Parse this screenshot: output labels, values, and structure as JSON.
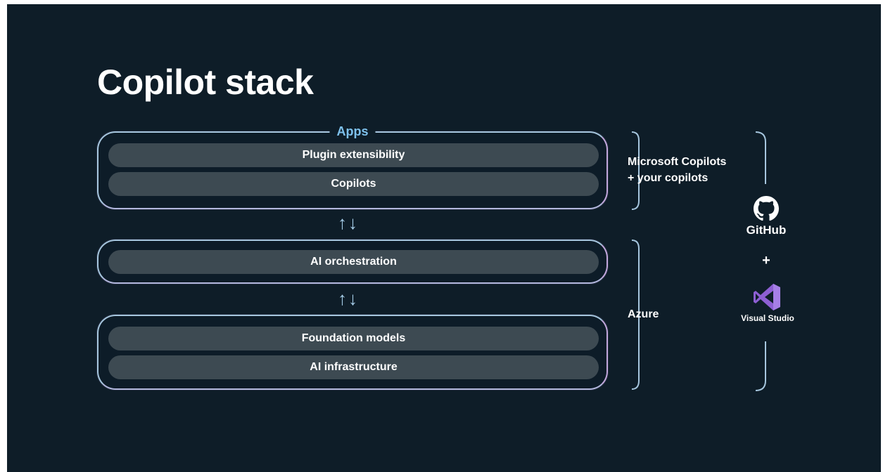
{
  "slide": {
    "title": "Copilot stack",
    "apps_group": {
      "label": "Apps",
      "layers": [
        "Plugin extensibility",
        "Copilots"
      ]
    },
    "arrows_1": "↑↓",
    "orchestration_group": {
      "layers": [
        "AI orchestration"
      ]
    },
    "arrows_2": "↑↓",
    "foundation_group": {
      "layers": [
        "Foundation models",
        "AI infrastructure"
      ]
    },
    "right": {
      "copilots_line1": "Microsoft Copilots",
      "copilots_line2": "+ your copilots",
      "azure": "Azure",
      "github": "GitHub",
      "plus": "+",
      "visual_studio": "Visual Studio"
    },
    "colors": {
      "background": "#0e1d28",
      "layer": "#3d4a52",
      "accent": "#7ec1ec",
      "border": "#a6c6de",
      "visual_studio_purple": "#8d5fd3"
    }
  }
}
